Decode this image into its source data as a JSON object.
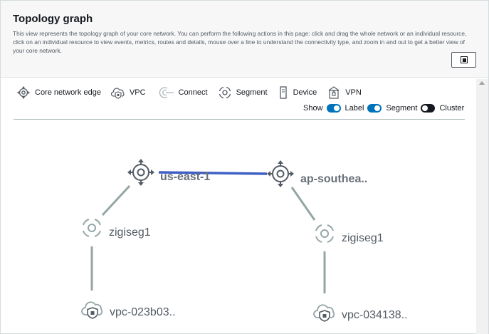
{
  "header": {
    "title": "Topology graph",
    "description": "This view represents the topology graph of your core network. You can perform the following actions in this page: click and drag the whole network or an individual resource, click on an individual resource to view events, metrics, routes and details, mouse over a line to understand the connectivity type, and zoom in and out to get a better view of your core network."
  },
  "legend": {
    "items": [
      {
        "label": "Core network edge",
        "icon": "core-network-edge-icon"
      },
      {
        "label": "VPC",
        "icon": "vpc-icon"
      },
      {
        "label": "Connect",
        "icon": "connect-icon"
      },
      {
        "label": "Segment",
        "icon": "segment-icon"
      },
      {
        "label": "Device",
        "icon": "device-icon"
      },
      {
        "label": "VPN",
        "icon": "vpn-icon"
      }
    ]
  },
  "toggles": {
    "show_label": "Show",
    "label": {
      "label": "Label",
      "on": true
    },
    "segment": {
      "label": "Segment",
      "on": true
    },
    "cluster": {
      "label": "Cluster",
      "on": false
    }
  },
  "graph": {
    "nodes": {
      "edge_us_east": {
        "label": "us-east-1"
      },
      "edge_ap_southeast": {
        "label": "ap-southea.."
      },
      "segment_left": {
        "label": "zigiseg1"
      },
      "segment_right": {
        "label": "zigiseg1"
      },
      "vpc_left": {
        "label": "vpc-023b03.."
      },
      "vpc_right": {
        "label": "vpc-034138.."
      }
    },
    "colors": {
      "edge_link": "#3f5fc4",
      "segment_link": "#95a5a6",
      "icon": "#545b64"
    }
  }
}
